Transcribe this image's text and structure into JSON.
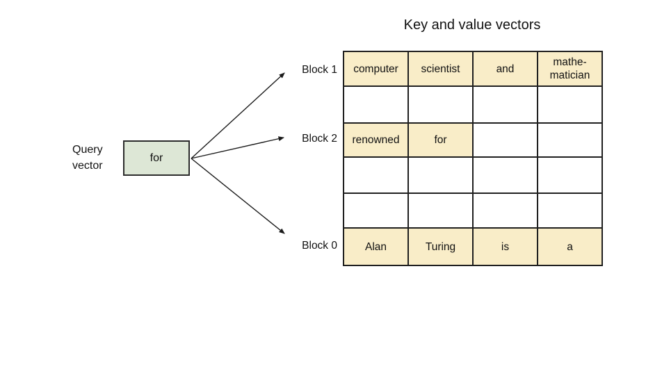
{
  "colors": {
    "query_box_fill": "#dde7d6",
    "cell_highlight": "#f9edc8",
    "line": "#1a1a1a"
  },
  "diagram": {
    "title": "Key and value vectors",
    "query_vector_label": "Query\nvector",
    "query_token": "for",
    "block_labels": {
      "top": "Block 1",
      "middle": "Block 2",
      "bottom": "Block 0"
    }
  },
  "table": {
    "rows": [
      {
        "cells": [
          {
            "text": "computer",
            "highlighted": true
          },
          {
            "text": "scientist",
            "highlighted": true
          },
          {
            "text": "and",
            "highlighted": true
          },
          {
            "text": "mathe-\nmatician",
            "highlighted": true
          }
        ]
      },
      {
        "cells": [
          {
            "text": "",
            "highlighted": false
          },
          {
            "text": "",
            "highlighted": false
          },
          {
            "text": "",
            "highlighted": false
          },
          {
            "text": "",
            "highlighted": false
          }
        ]
      },
      {
        "cells": [
          {
            "text": "renowned",
            "highlighted": true
          },
          {
            "text": "for",
            "highlighted": true
          },
          {
            "text": "",
            "highlighted": false
          },
          {
            "text": "",
            "highlighted": false
          }
        ]
      },
      {
        "cells": [
          {
            "text": "",
            "highlighted": false
          },
          {
            "text": "",
            "highlighted": false
          },
          {
            "text": "",
            "highlighted": false
          },
          {
            "text": "",
            "highlighted": false
          }
        ]
      },
      {
        "cells": [
          {
            "text": "",
            "highlighted": false
          },
          {
            "text": "",
            "highlighted": false
          },
          {
            "text": "",
            "highlighted": false
          },
          {
            "text": "",
            "highlighted": false
          }
        ]
      },
      {
        "cells": [
          {
            "text": "Alan",
            "highlighted": true
          },
          {
            "text": "Turing",
            "highlighted": true
          },
          {
            "text": "is",
            "highlighted": true
          },
          {
            "text": "a",
            "highlighted": true
          }
        ]
      }
    ]
  }
}
